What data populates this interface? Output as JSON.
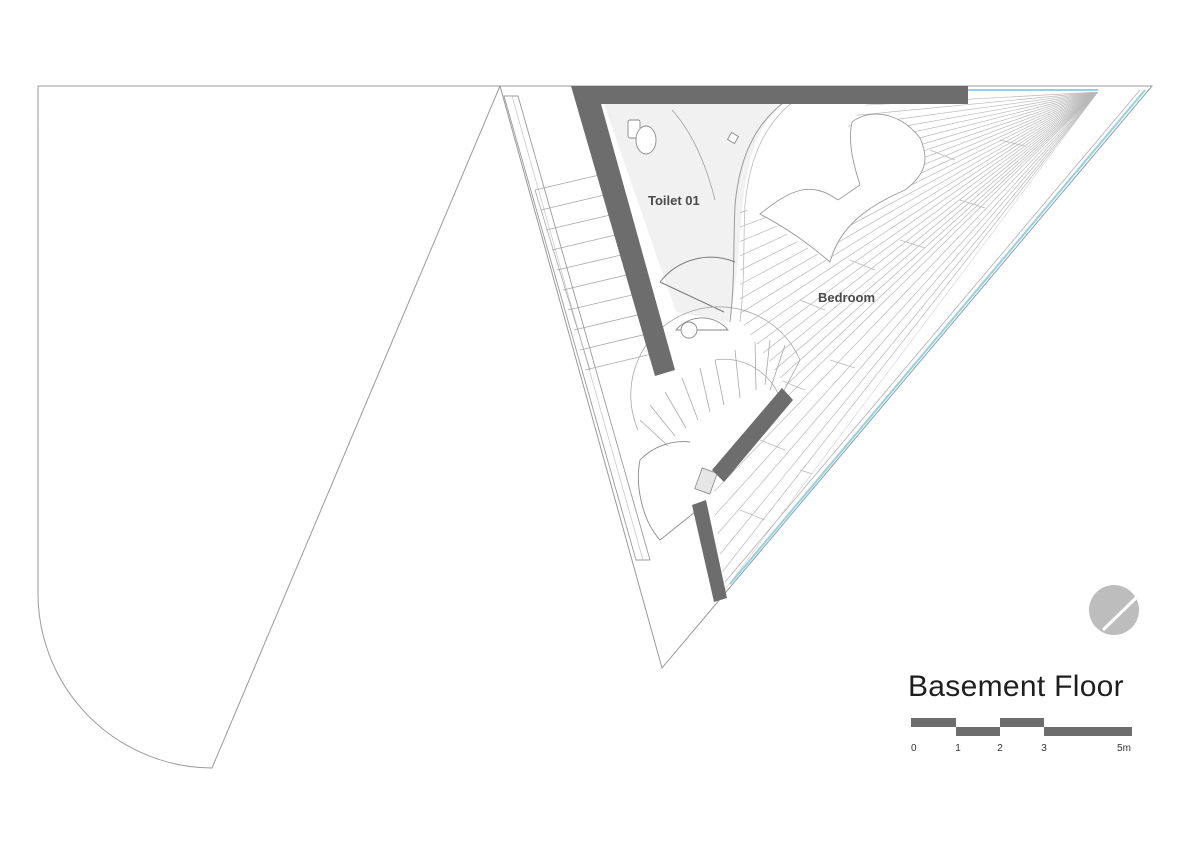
{
  "title": "Basement Floor",
  "rooms": {
    "toilet": "Toilet 01",
    "bedroom": "Bedroom"
  },
  "scale_bar": {
    "labels": [
      "0",
      "1",
      "2",
      "3",
      "5m"
    ]
  },
  "colors": {
    "wall": "#6d6d6d",
    "line": "#8a8a8a",
    "glass": "#8fd3e8",
    "toilet_floor": "#f1f1f1",
    "north_marker": "#bdbdbd"
  }
}
